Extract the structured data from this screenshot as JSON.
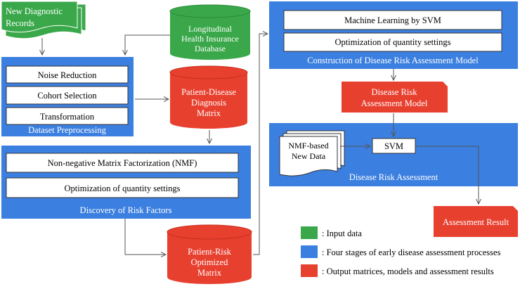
{
  "inputs": {
    "new_records": [
      "New Diagnostic",
      "Records"
    ],
    "database": [
      "Longitudinal",
      "Health Insurance",
      "Database"
    ]
  },
  "stages": {
    "preprocessing": {
      "title": "Dataset Preprocessing",
      "steps": [
        "Noise Reduction",
        "Cohort Selection",
        "Transformation"
      ]
    },
    "risk_factors": {
      "title": "Discovery of Risk Factors",
      "steps": [
        "Non-negative Matrix Factorization (NMF)",
        "Optimization of quantity settings"
      ]
    },
    "model_construction": {
      "title": "Construction of Disease Risk Assessment Model",
      "steps": [
        "Machine Learning by SVM",
        "Optimization of quantity settings"
      ]
    },
    "risk_assessment": {
      "title": "Disease Risk Assessment",
      "doc_label": [
        "NMF-based",
        "New Data"
      ],
      "svm_label": "SVM"
    }
  },
  "outputs": {
    "diagnosis_matrix": [
      "Patient-Disease",
      "Diagnosis",
      "Matrix"
    ],
    "risk_matrix": [
      "Patient-Risk",
      "Optimized",
      "Matrix"
    ],
    "model": [
      "Disease Risk",
      "Assessment Model"
    ],
    "result": "Assessment Result"
  },
  "legend": [
    {
      "label": ": Input data",
      "color": "#3aa84a"
    },
    {
      "label": ": Four stages of early disease assessment processes",
      "color": "#3b7fe0"
    },
    {
      "label": ": Output matrices, models and assessment results",
      "color": "#e8402f"
    }
  ],
  "colors": {
    "green": "#3aa84a",
    "blue": "#3b7fe0",
    "red": "#e8402f",
    "line": "#555555"
  }
}
